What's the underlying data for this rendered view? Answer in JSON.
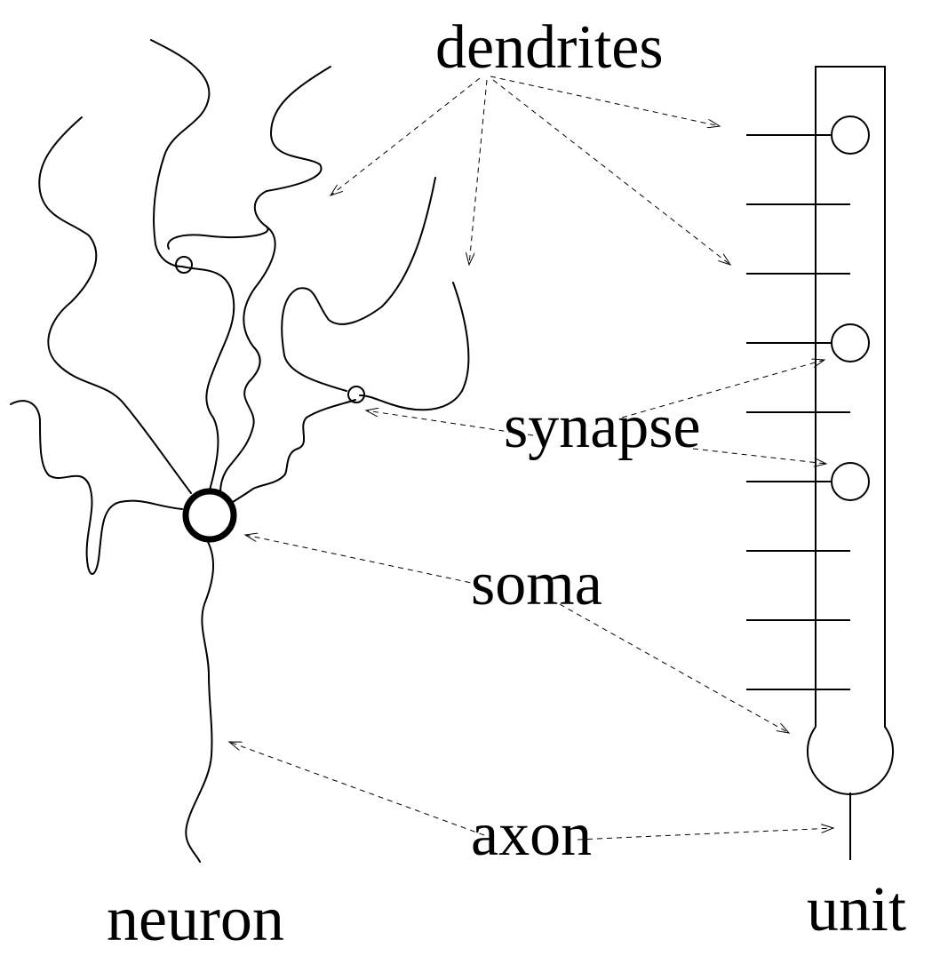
{
  "labels": {
    "dendrites": "dendrites",
    "synapse": "synapse",
    "soma": "soma",
    "axon": "axon",
    "neuron": "neuron",
    "unit": "unit"
  },
  "colors": {
    "stroke": "#000000",
    "background": "#ffffff"
  }
}
